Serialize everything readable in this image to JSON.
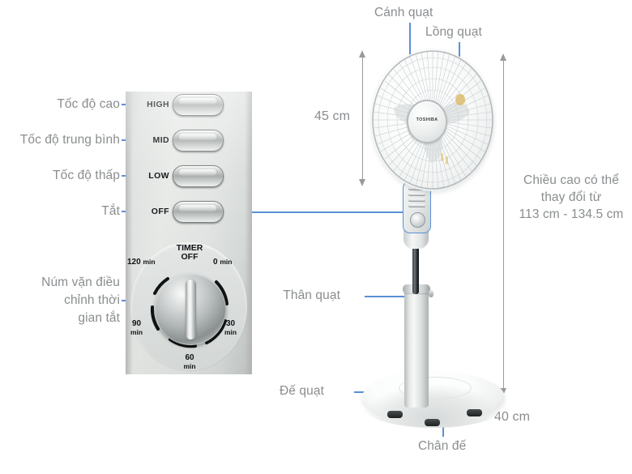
{
  "labels": {
    "high_speed": "Tốc độ cao",
    "medium_speed": "Tốc độ trung bình",
    "low_speed": "Tốc độ thấp",
    "off": "Tắt",
    "timer_knob_line1": "Núm vặn điều",
    "timer_knob_line2": "chỉnh thời",
    "timer_knob_line3": "gian tắt",
    "blade": "Cánh quạt",
    "cage": "Lồng quạt",
    "body": "Thân quạt",
    "fan_base": "Đế quạt",
    "foot": "Chân đế"
  },
  "dimensions": {
    "head_height": "45 cm",
    "base_width": "40 cm",
    "adjustable_height_line1": "Chiều cao có thể",
    "adjustable_height_line2": "thay đổi từ",
    "adjustable_height_line3": "113 cm - 134.5 cm"
  },
  "panel": {
    "buttons": [
      {
        "label": "HIGH"
      },
      {
        "label": "MID"
      },
      {
        "label": "LOW"
      },
      {
        "label": "OFF"
      }
    ],
    "timer": {
      "title_line1": "TIMER",
      "title_line2": "OFF",
      "marks": [
        {
          "value": "0",
          "unit": "min"
        },
        {
          "value": "30",
          "unit": "min"
        },
        {
          "value": "60",
          "unit": "min"
        },
        {
          "value": "90",
          "unit": "min"
        },
        {
          "value": "120",
          "unit": "min"
        }
      ]
    }
  },
  "product": {
    "brand": "TOSHIBA"
  },
  "colors": {
    "leader_line": "#5b90d6",
    "annotation_text": "#8a8d8f",
    "dimension_line": "#9a9a9a",
    "panel_label": "#15181a"
  }
}
